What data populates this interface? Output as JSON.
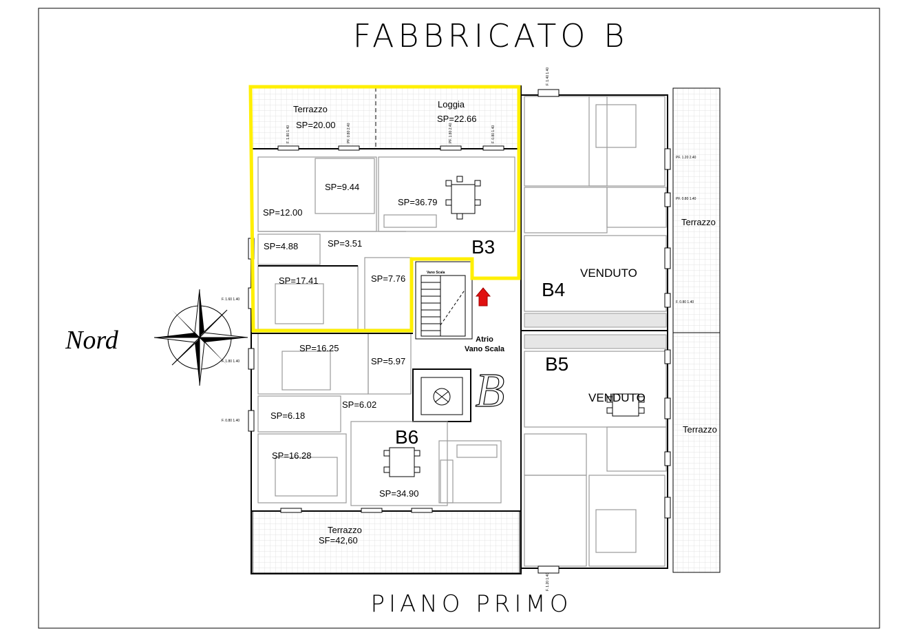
{
  "title": "FABBRICATO B",
  "subtitle": "PIANO PRIMO",
  "compass_label": "Nord",
  "building_letter": "B",
  "highlight_color": "#ffef00",
  "entrance_arrow_color": "#e01010",
  "units": [
    "B3",
    "B4",
    "B5",
    "B6"
  ],
  "status": {
    "b4": "VENDUTO",
    "b5": "VENDUTO"
  },
  "areas": {
    "terrazzo_b3": "SP=20.00",
    "loggia_b3": "SP=22.66",
    "b3_room_a": "SP=12.00",
    "b3_kitchen": "SP=9.44",
    "b3_living": "SP=36.79",
    "b3_bath_small": "SP=4.88",
    "b3_hall": "SP=3.51",
    "b3_bedroom": "SP=17.41",
    "b3_bath": "SP=7.76",
    "b6_bedroom_a": "SP=16.25",
    "b6_bath_a": "SP=5.97",
    "b6_hall": "SP=6.02",
    "b6_bath_b": "SP=6.18",
    "b6_bedroom_b": "SP=16.28",
    "b6_living": "SP=34.90",
    "terrazzo_south": "SF=42,60"
  },
  "labels": {
    "terrazzo": "Terrazzo",
    "loggia": "Loggia",
    "stair": "Vano Scala",
    "atrium_line1": "Atrio",
    "atrium_line2": "Vano Scala",
    "terrazzo_b4": "Terrazzo",
    "terrazzo_b5": "Terrazzo",
    "terrazzo_south": "Terrazzo"
  },
  "window_tags": {
    "w1": "F. 1.80 1.40",
    "w2": "PF. 0.80 2.40",
    "w3": "PF. 1.80 2.40",
    "w4": "F. 0.80 1.40",
    "w5": "F. 1.40 1.40",
    "w6": "PF. 1.20 2.40",
    "w7": "PF. 0.80 1.40",
    "w8": "F. 0.80 1.40",
    "w9": "F. 1.60 1.40",
    "w10": "F. 1.80 1.40",
    "w11": "F. 0.80 1.40",
    "w12": "F. 1.20 1.40"
  }
}
